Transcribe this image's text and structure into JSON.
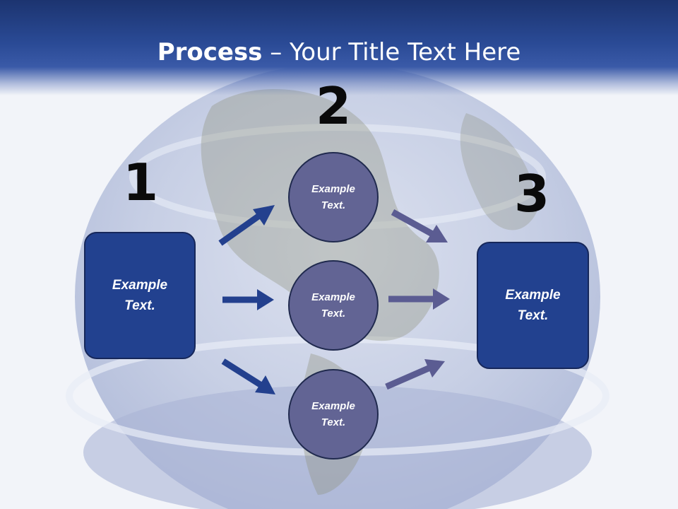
{
  "title": {
    "bold": "Process",
    "rest": " – Your Title Text Here"
  },
  "steps": {
    "one": "1",
    "two": "2",
    "three": "3"
  },
  "left_box": {
    "label": "Example Text."
  },
  "circles": [
    {
      "label": "Example Text."
    },
    {
      "label": "Example Text."
    },
    {
      "label": "Example Text."
    }
  ],
  "right_box": {
    "label": "Example Text."
  },
  "colors": {
    "header": "#1c3470",
    "box": "#22418f",
    "circle": "#626494",
    "arrow_left": "#23408e",
    "arrow_right": "#5b5c92"
  }
}
